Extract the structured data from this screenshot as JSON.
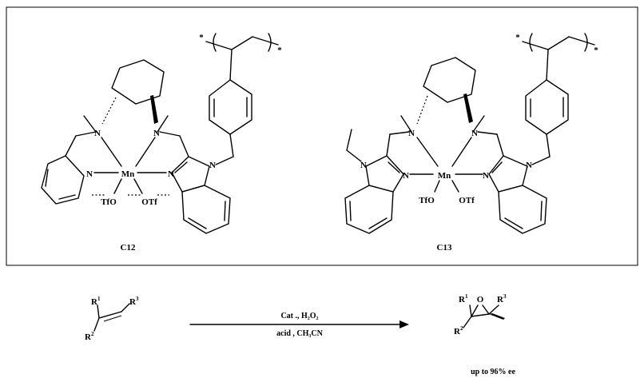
{
  "atoms": {
    "N": "N",
    "Mn": "Mn",
    "TfO": "TfO",
    "OTf": "OTf",
    "O": "O",
    "star": "*"
  },
  "catalysts": {
    "c12_label": "C12",
    "c13_label": "C13"
  },
  "reaction": {
    "conditions_top": "Cat ., H₂O₂",
    "conditions_bottom": "acid , CH₃CN",
    "result": "up to 96% ee",
    "r_label": "R",
    "sup1": "1",
    "sup2": "2",
    "sup3": "3"
  }
}
